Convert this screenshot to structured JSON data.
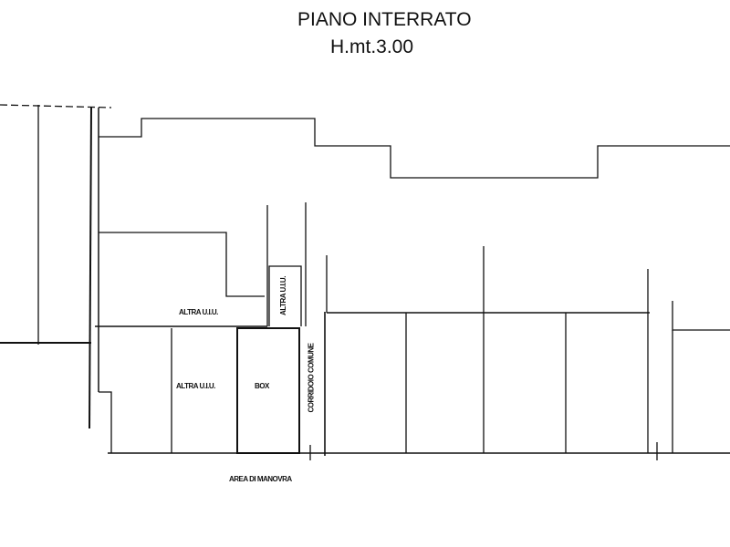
{
  "title": "PIANO INTERRATO",
  "height_label": "H.mt.3.00",
  "labels": {
    "altra_top": "ALTRA U.I.U.",
    "altra_middle": "ALTRA U.I.U.",
    "altra_vertical": "ALTRA U.I.U.",
    "box": "BOX",
    "corridoio": "CORRIDOIO COMUNE",
    "area_manovra": "AREA DI MANOVRA"
  }
}
